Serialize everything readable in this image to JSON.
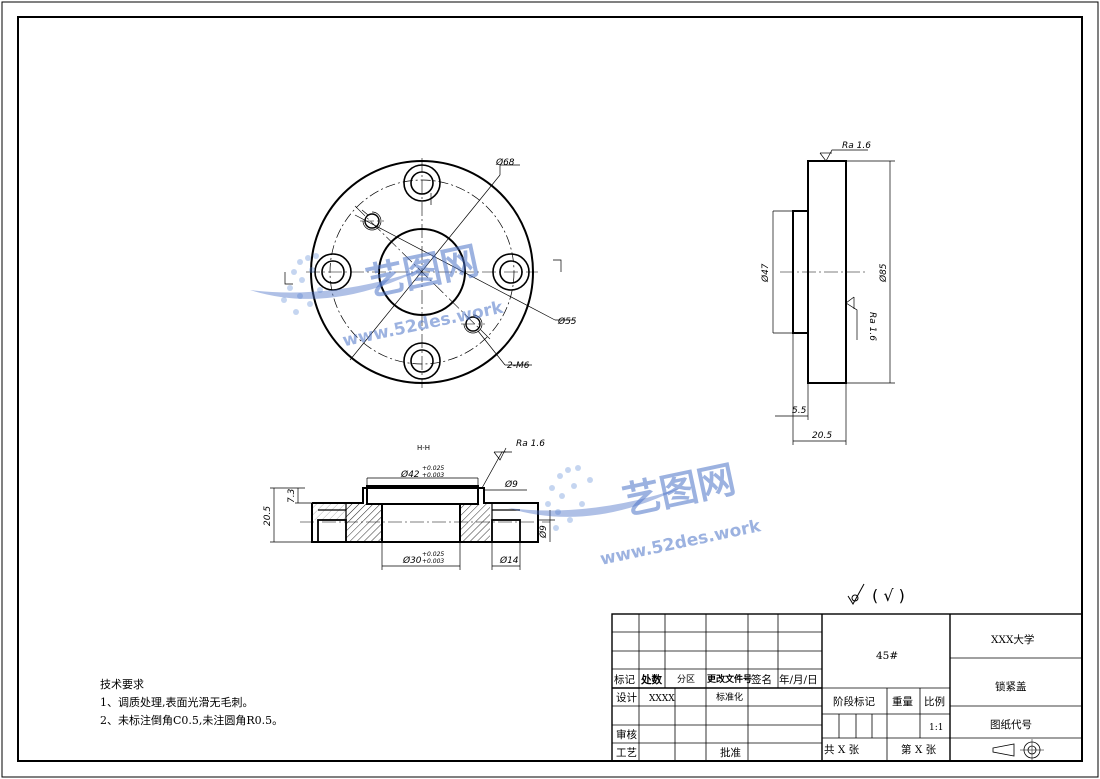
{
  "watermark": {
    "brand": "艺图网",
    "url": "www.52des.work"
  },
  "dimensions": {
    "d68": "Ø68",
    "d55": "Ø55",
    "thread": "2-M6",
    "d47": "Ø47",
    "d85": "Ø85",
    "ra_top": "Ra 1.6",
    "ra_side": "Ra 1.6",
    "w_5_5": "5.5",
    "w_20_5": "20.5",
    "ra_section": "Ra 1.6",
    "d42": "Ø42",
    "d42_tol_upper": "+0.025",
    "d42_tol_lower": "+0.003",
    "h_7_3": "7.3",
    "h_20_5": "20.5",
    "d9_top": "Ø9",
    "d9_side": "Ø9",
    "d30": "Ø30",
    "d30_tol_upper": "+0.025",
    "d30_tol_lower": "+0.003",
    "d14": "Ø14",
    "section_mark": "H-H"
  },
  "roughness_general": "( √ )",
  "notes": {
    "title": "技术要求",
    "items": [
      "1、调质处理,表面光滑无毛刺。",
      "2、未标注倒角C0.5,未注圆角R0.5。"
    ]
  },
  "title_block": {
    "headers": [
      "标记",
      "处数",
      "分区",
      "更改文件号",
      "签名",
      "年/月/日"
    ],
    "design_label": "设计",
    "design_name": "XXXX",
    "standardize_label": "标准化",
    "review_label": "审核",
    "process_label": "工艺",
    "approve_label": "批准",
    "material": "45#",
    "stage_label": "阶段标记",
    "weight_label": "重量",
    "scale_label": "比例",
    "scale_value": "1:1",
    "total_label": "共 X 张",
    "sheet_label": "第 X 张",
    "university": "XXX大学",
    "part_name": "锁紧盖",
    "drawing_no_label": "图纸代号"
  }
}
